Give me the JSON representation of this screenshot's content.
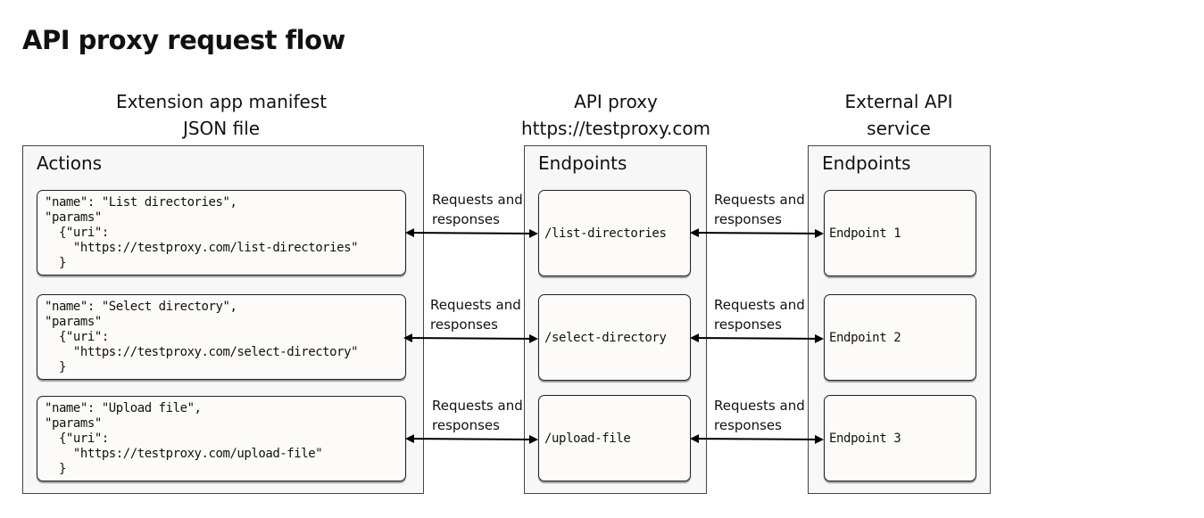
{
  "title": "API proxy request flow",
  "columns": {
    "manifest": {
      "header_line1": "Extension app manifest",
      "header_line2": "JSON file",
      "panel_title": "Actions"
    },
    "proxy": {
      "header_line1": "API proxy",
      "header_line2": "https://testproxy.com",
      "panel_title": "Endpoints"
    },
    "external": {
      "header_line1": "External API",
      "header_line2": "service",
      "panel_title": "Endpoints"
    }
  },
  "actions": [
    {
      "code": "\"name\": \"List directories\",\n\"params\"\n  {\"uri\":\n    \"https://testproxy.com/list-directories\"\n  }"
    },
    {
      "code": "\"name\": \"Select directory\",\n\"params\"\n  {\"uri\":\n    \"https://testproxy.com/select-directory\"\n  }"
    },
    {
      "code": "\"name\": \"Upload file\",\n\"params\"\n  {\"uri\":\n    \"https://testproxy.com/upload-file\"\n  }"
    }
  ],
  "proxy_endpoints": [
    "/list-directories",
    "/select-directory",
    "/upload-file"
  ],
  "external_endpoints": [
    "Endpoint 1",
    "Endpoint 2",
    "Endpoint 3"
  ],
  "arrow_label": {
    "line1": "Requests and",
    "line2": "responses"
  }
}
